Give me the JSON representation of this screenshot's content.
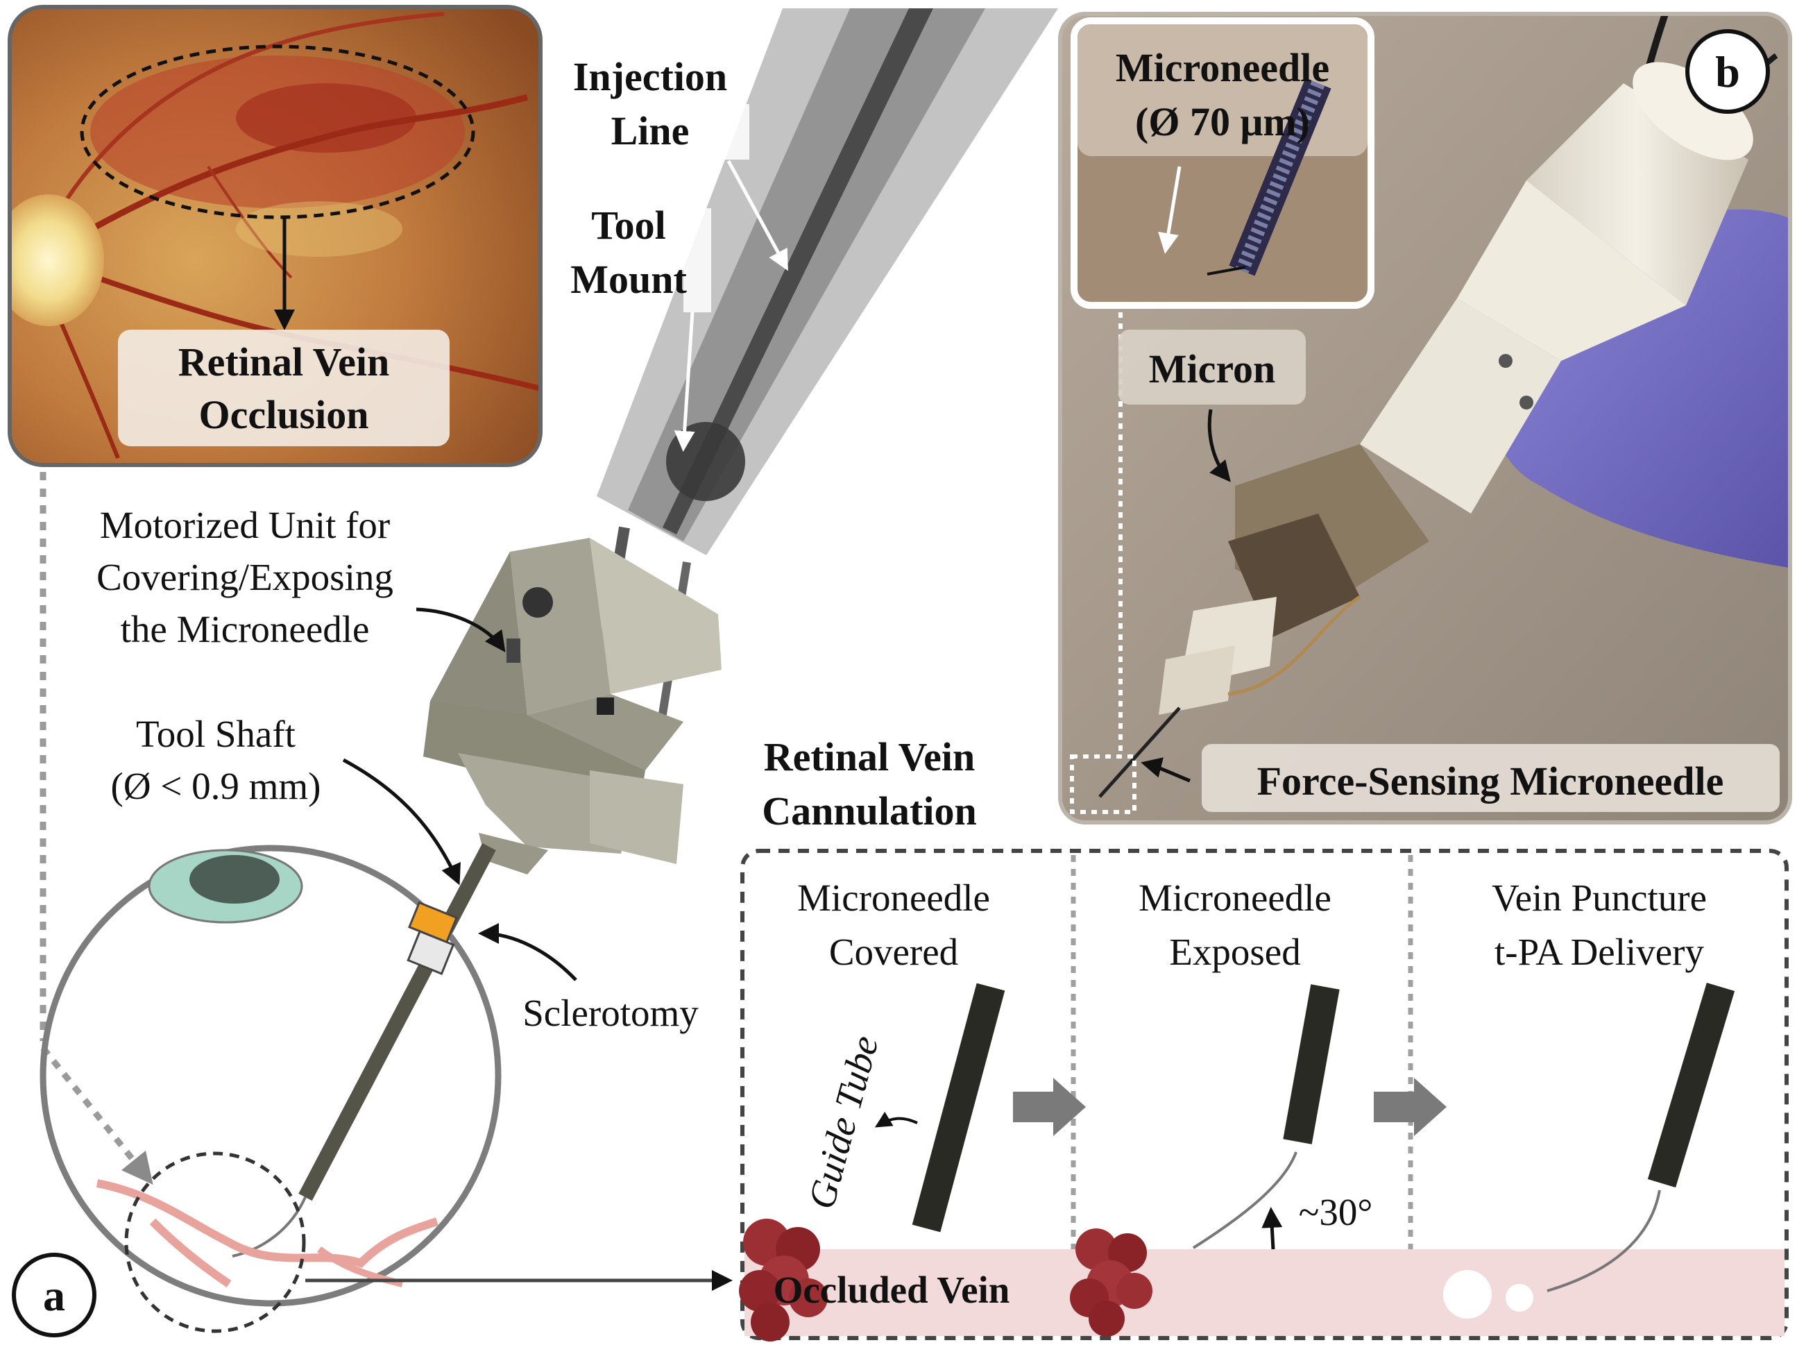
{
  "panel_a": {
    "badge": "a",
    "fundus_label_line1": "Retinal Vein",
    "fundus_label_line2": "Occlusion",
    "injection_line_line1": "Injection",
    "injection_line_line2": "Line",
    "tool_mount_line1": "Tool",
    "tool_mount_line2": "Mount",
    "motorized_line1": "Motorized Unit for",
    "motorized_line2": "Covering/Exposing",
    "motorized_line3": "the Microneedle",
    "tool_shaft_line1": "Tool Shaft",
    "tool_shaft_line2": "(Ø < 0.9 mm)",
    "sclerotomy": "Sclerotomy",
    "cannulation_title_line1": "Retinal Vein",
    "cannulation_title_line2": "Cannulation"
  },
  "panel_b": {
    "badge": "b",
    "microneedle_line1": "Microneedle",
    "microneedle_line2": "(Ø 70 μm)",
    "micron": "Micron",
    "force_sensing": "Force-Sensing Microneedle"
  },
  "steps": [
    {
      "line1": "Microneedle",
      "line2": "Covered"
    },
    {
      "line1": "Microneedle",
      "line2": "Exposed"
    },
    {
      "line1": "Vein Puncture",
      "line2": "t-PA Delivery"
    }
  ],
  "guide_tube": "Guide Tube",
  "angle_label": "~30°",
  "occluded_vein": "Occluded Vein"
}
